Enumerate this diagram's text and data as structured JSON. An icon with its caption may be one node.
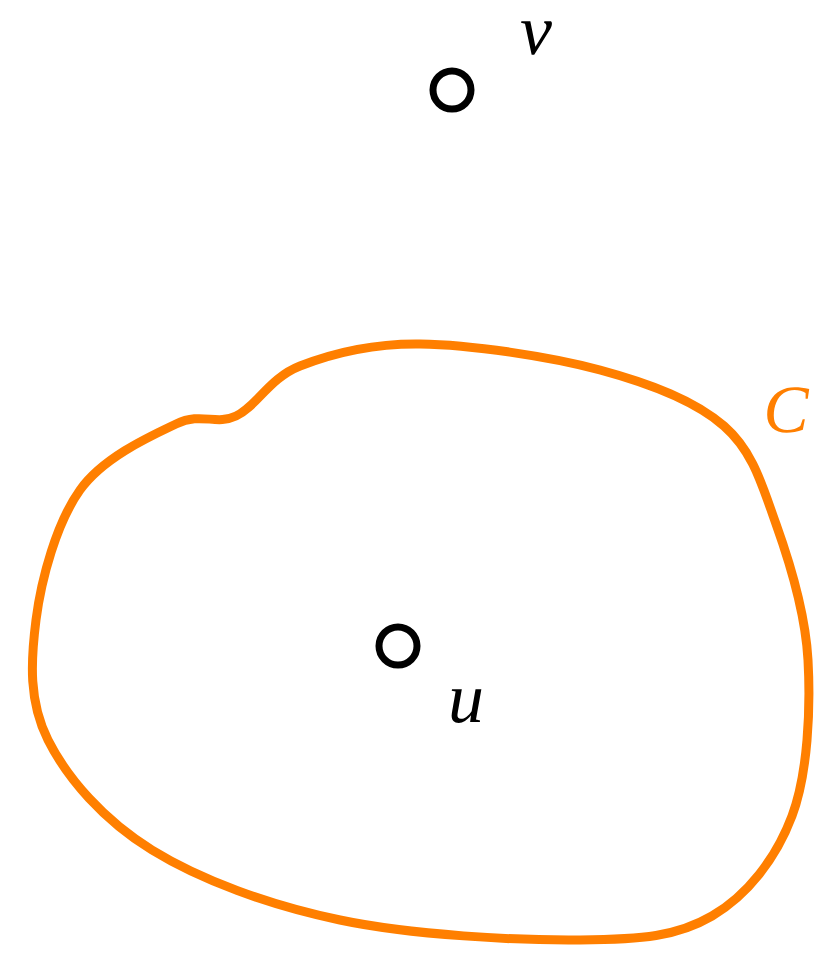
{
  "diagram": {
    "nodes": [
      {
        "text": [],
        "shape": "circle",
        "beside": [
          "v"
        ]
      },
      {
        "text": [
          "C"
        ]
      },
      {
        "text": [],
        "shape": "circle",
        "beside": [
          "u"
        ],
        "in": 1
      }
    ]
  }
}
